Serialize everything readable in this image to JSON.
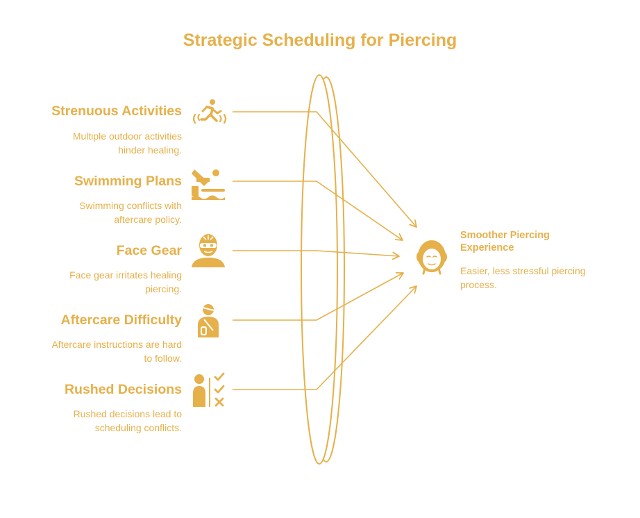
{
  "title": "Strategic Scheduling for Piercing",
  "factors": [
    {
      "title": "Strenuous Activities",
      "desc_lines": [
        "Multiple outdoor activities",
        "hinder healing."
      ],
      "icon": "running-person-icon"
    },
    {
      "title": "Swimming Plans",
      "desc_lines": [
        "Swimming conflicts with",
        "aftercare policy."
      ],
      "icon": "swimmer-diving-icon"
    },
    {
      "title": "Face Gear",
      "desc_lines": [
        "Face gear irritates healing",
        "piercing."
      ],
      "icon": "masked-face-icon"
    },
    {
      "title": "Aftercare Difficulty",
      "desc_lines": [
        "Aftercare instructions are hard",
        "to follow."
      ],
      "icon": "injured-person-icon"
    },
    {
      "title": "Rushed Decisions",
      "desc_lines": [
        "Rushed decisions lead to",
        "scheduling conflicts."
      ],
      "icon": "decision-checklist-icon"
    }
  ],
  "outcome": {
    "title_lines": [
      "Smoother Piercing",
      "Experience"
    ],
    "desc_lines": [
      "Easier, less stressful piercing",
      "process."
    ],
    "icon": "calm-face-icon"
  },
  "lens_icon": "lens-shape",
  "colors": {
    "accent": "#e6b04a",
    "background": "#ffffff"
  }
}
